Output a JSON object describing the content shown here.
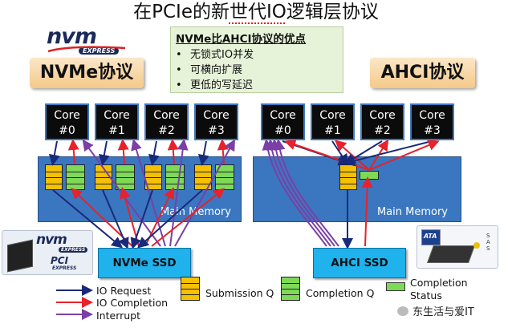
{
  "title": "在PCIe的新世代IO逻辑层协议",
  "logos": {
    "nvm_top": "nvm",
    "express_top": "EXPRESS",
    "nvm_bottom": "nvm",
    "express_bottom": "EXPRESS",
    "pci_bottom": "PCI",
    "pci_express": "EXPRESS",
    "ata": "ATA",
    "sas": "SAS"
  },
  "left_protocol": "NVMe协议",
  "right_protocol": "AHCI协议",
  "advantages": {
    "title": "NVMe比AHCI协议的优点",
    "items": [
      "无锁式IO并发",
      "可横向扩展",
      "更低的写延迟"
    ]
  },
  "left_cores": [
    "Core\n#0",
    "Core\n#1",
    "Core\n#2",
    "Core\n#3"
  ],
  "right_cores": [
    "Core\n#0",
    "Core\n#1",
    "Core\n#2",
    "Core\n#3"
  ],
  "memory_label": "Main Memory",
  "left_ssd": "NVMe SSD",
  "right_ssd": "AHCI SSD",
  "legend": {
    "io_request": "IO Request",
    "io_completion": "IO Completion",
    "interrupt": "Interrupt",
    "submission_q": "Submission Q",
    "completion_q": "Completion Q",
    "completion_status": "Completion Status"
  },
  "watermark": "东生活与爱IT",
  "colors": {
    "io_request": "#1a2a7a",
    "io_completion": "#e8212a",
    "interrupt": "#7b3fa6",
    "memory": "#3a77c0",
    "ssd": "#1fb2ec",
    "submission_q": "#f5c000",
    "completion_q": "#7ed957"
  }
}
